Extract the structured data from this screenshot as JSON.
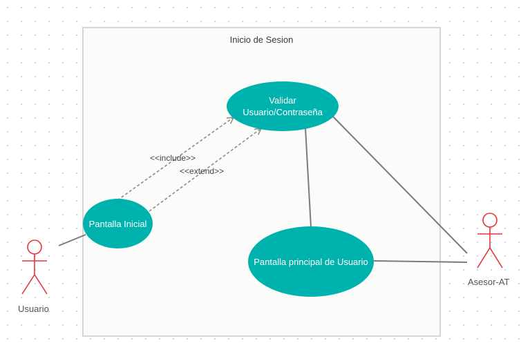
{
  "boundary": {
    "title": "Inicio de Sesion"
  },
  "use_cases": {
    "validar": "Validar\nUsuario/Contraseña",
    "pantalla_inicial": "Pantalla Inicial",
    "pantalla_principal": "Pantalla principal de Usuario"
  },
  "actors": {
    "usuario": "Usuario",
    "asesor": "Asesor-AT"
  },
  "relations": {
    "include": "<<include>>",
    "extend": "<<extend>>"
  },
  "colors": {
    "use_case_fill": "#00b2ae",
    "actor_stroke": "#e8333b",
    "association_line": "#7a7a7a",
    "dependency_line": "#8a8a8a"
  }
}
